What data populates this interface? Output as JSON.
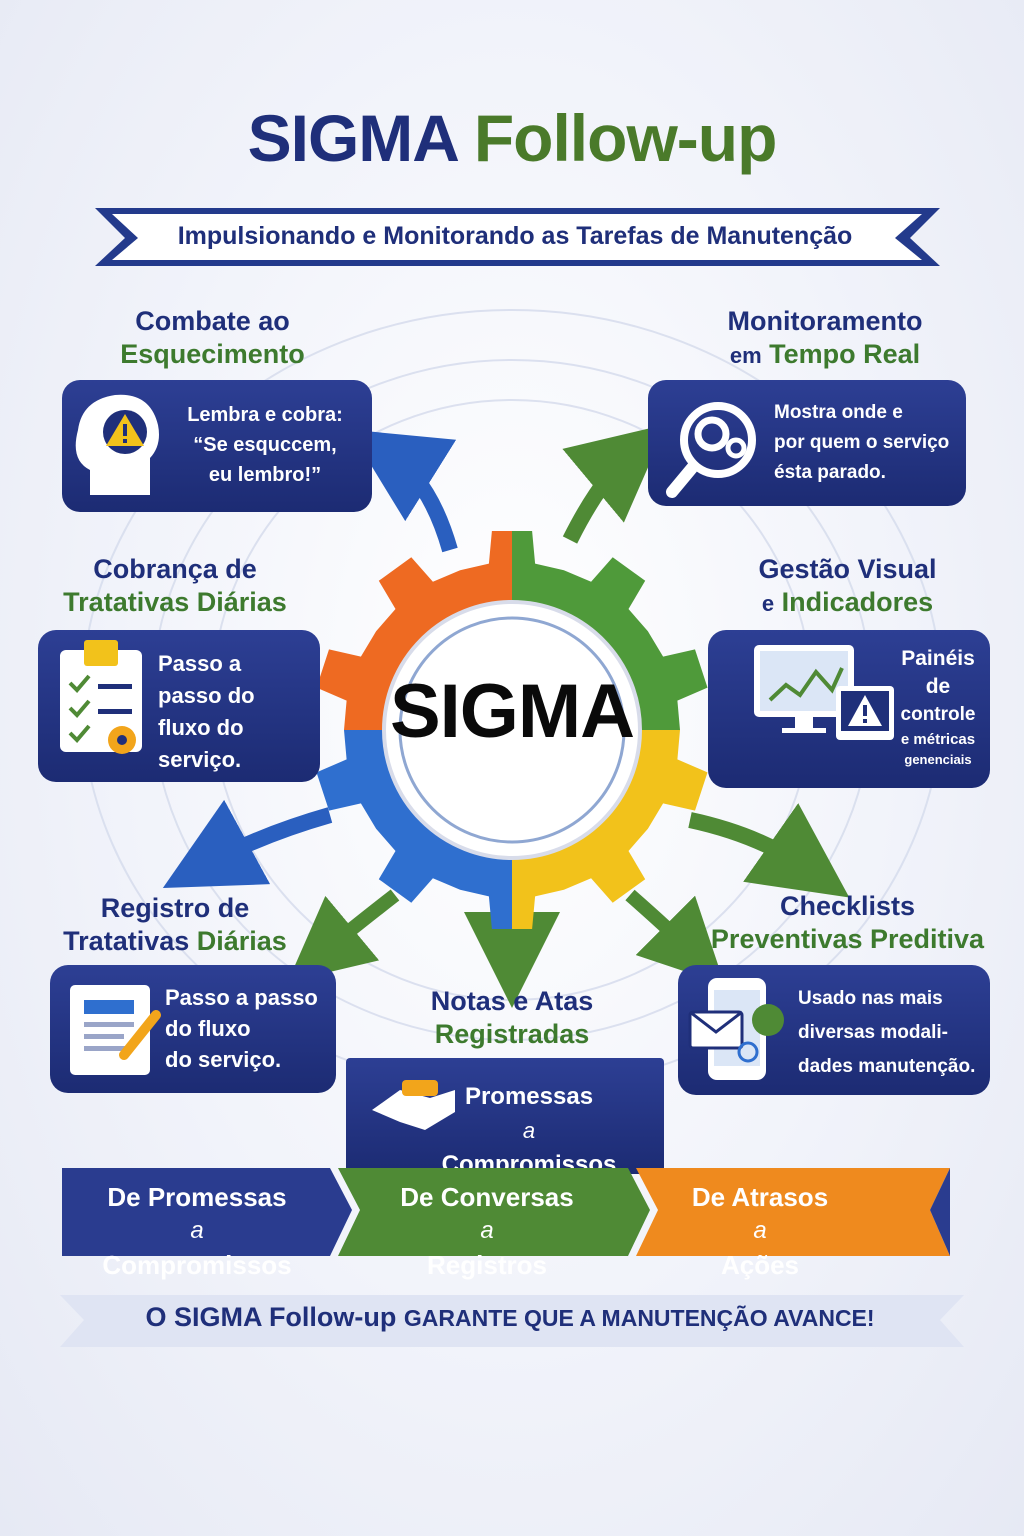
{
  "header": {
    "title_part1": "SIGMA",
    "title_part2": "Follow-up",
    "subtitle": "Impulsionando e Monitorando as Tarefas de Manutenção"
  },
  "center": {
    "label": "SIGMA"
  },
  "features": {
    "combate": {
      "title_line1": "Combate ao",
      "title_line2": "Esquecimento",
      "text": [
        "Lembra e cobra:",
        "“Se esquccem,",
        "eu lembro!”"
      ],
      "icon": "head-warning-icon"
    },
    "monitoramento": {
      "title_line1": "Monitoramento",
      "title_prefix": "em",
      "title_line2": "Tempo Real",
      "text": [
        "Mostra onde e",
        "por quem o serviço",
        "ésta parado."
      ],
      "icon": "magnifier-gear-icon"
    },
    "cobranca": {
      "title_line1": "Cobrança de",
      "title_line2": "Tratativas Diárias",
      "text": [
        "Passo a",
        "passo do",
        "fluxo do",
        "serviço."
      ],
      "icon": "checklist-gear-icon"
    },
    "gestao": {
      "title_line1": "Gestão Visual",
      "title_prefix": "e",
      "title_line2": "Indicadores",
      "text": [
        "Painéis",
        "de",
        "controle",
        "e métricas",
        "genenciais"
      ],
      "icon": "monitor-warning-icon"
    },
    "registro": {
      "title_line1": "Registro de",
      "title_line2a": "Tratativas",
      "title_line2b": "Diárias",
      "text": [
        "Passo a passo",
        "do fluxo",
        "do serviço."
      ],
      "icon": "document-pen-icon"
    },
    "notas": {
      "title_line1": "Notas e Atas",
      "title_line2": "Registradas",
      "card_line1": "Promessas",
      "card_prefix": "a",
      "card_line2": "Compromissos",
      "icon": "handshake-icon"
    },
    "checklists": {
      "title_line1": "Checklists",
      "title_line2": "Preventivas Preditiva",
      "text": [
        "Usado nas mais",
        "diversas modali-",
        "dades manutenção."
      ],
      "icon": "phone-mail-icon"
    }
  },
  "banner": [
    {
      "line1": "De Promessas",
      "prefix": "a",
      "line2": "Compromissos",
      "color": "#2a3c8f"
    },
    {
      "line1": "De Conversas",
      "prefix": "a",
      "line2": "Registros",
      "color": "#4f8a35"
    },
    {
      "line1": "De Atrasos",
      "prefix": "a",
      "line2": "Ações",
      "color": "#ef8a1e"
    }
  ],
  "footer": {
    "part1": "O SIGMA Follow-up",
    "part2": "GARANTE QUE A MANUTENÇÃO AVANCE!"
  },
  "colors": {
    "navy": "#1f2f7a",
    "green": "#3d7a2e",
    "orange": "#ef6a22",
    "blue": "#2f6fcf",
    "yellow": "#f2c21b",
    "gear_green": "#4f9a3a"
  }
}
